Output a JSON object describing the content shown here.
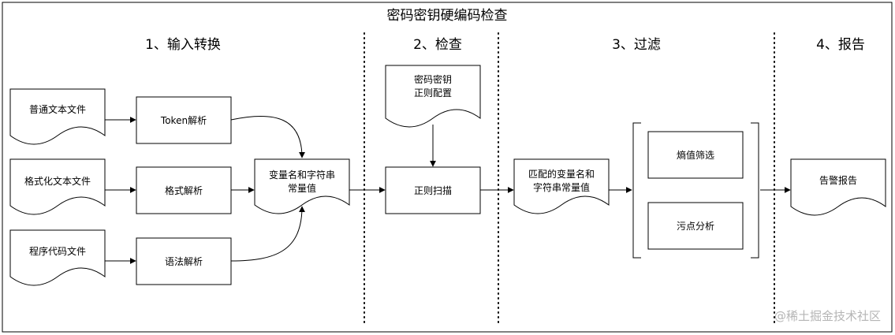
{
  "title": "密码密钥硬编码检查",
  "stages": {
    "s1": "1、输入转换",
    "s2": "2、检查",
    "s3": "3、过滤",
    "s4": "4、报告"
  },
  "nodes": {
    "plain_text": "普通文本文件",
    "formatted_text": "格式化文本文件",
    "source_code": "程序代码文件",
    "token_parse": "Token解析",
    "format_parse": "格式解析",
    "syntax_parse": "语法解析",
    "vars_consts": [
      "变量名和字符串",
      "常量值"
    ],
    "regex_config": [
      "密码密钥",
      "正则配置"
    ],
    "regex_scan": "正则扫描",
    "matched_vars": [
      "匹配的变量名和",
      "字符串常量值"
    ],
    "entropy_filter": "熵值筛选",
    "taint_analysis": "污点分析",
    "alert_report": "告警报告"
  },
  "watermark": "@稀土掘金技术社区"
}
